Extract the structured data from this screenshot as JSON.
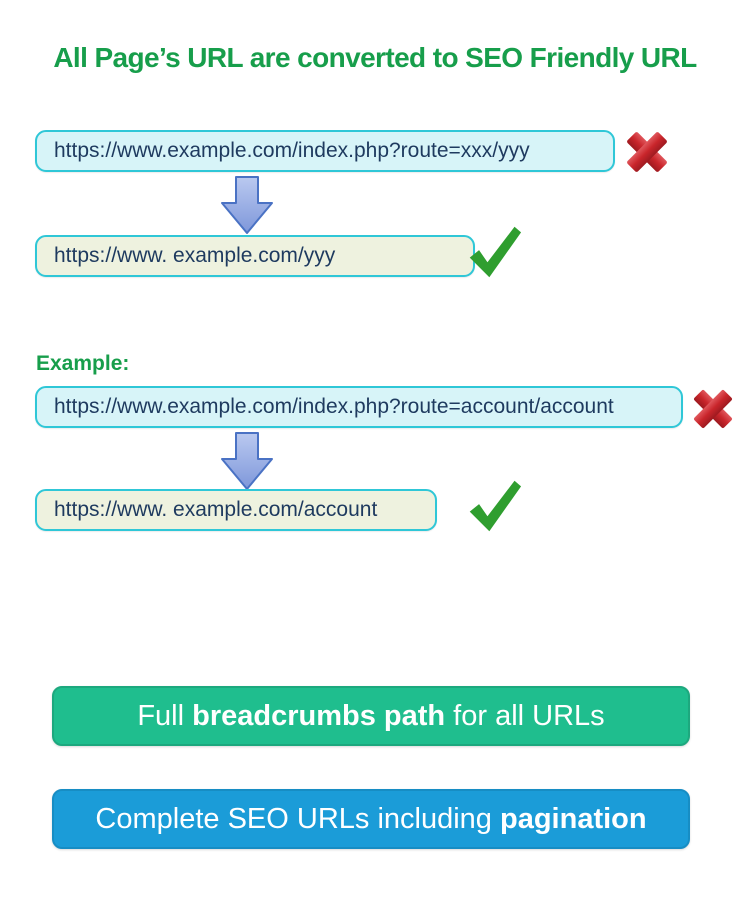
{
  "title": "All Page’s URL are converted to SEO Friendly URL",
  "example_label": "Example:",
  "flows": [
    {
      "before_url": "https://www.example.com/index.php?route=xxx/yyy",
      "after_url": "https://www. example.com/yyy"
    },
    {
      "before_url": "https://www.example.com/index.php?route=account/account",
      "after_url": "https://www. example.com/account"
    }
  ],
  "banners": [
    {
      "prefix": "Full ",
      "highlight": "breadcrumbs path",
      "suffix": " for all URLs",
      "bg_color": "#1fbe8e"
    },
    {
      "prefix": "Complete SEO URLs including ",
      "highlight": "pagination",
      "suffix": "",
      "bg_color": "#1b9cd8"
    }
  ],
  "icons": {
    "reject": "red-x-mark",
    "accept": "green-check-mark",
    "transform": "blue-down-arrow"
  },
  "colors": {
    "title_green": "#179e4b",
    "box_border_cyan": "#2fc7d7",
    "box_bg_cyan": "#d7f4f8",
    "box_bg_olive": "#eef2df",
    "url_text_navy": "#1e3a5f",
    "reject_red": "#c9252b",
    "accept_green": "#2f9e2f",
    "arrow_blue_fill": "#8fa6e0",
    "arrow_blue_border": "#4a72c4"
  }
}
